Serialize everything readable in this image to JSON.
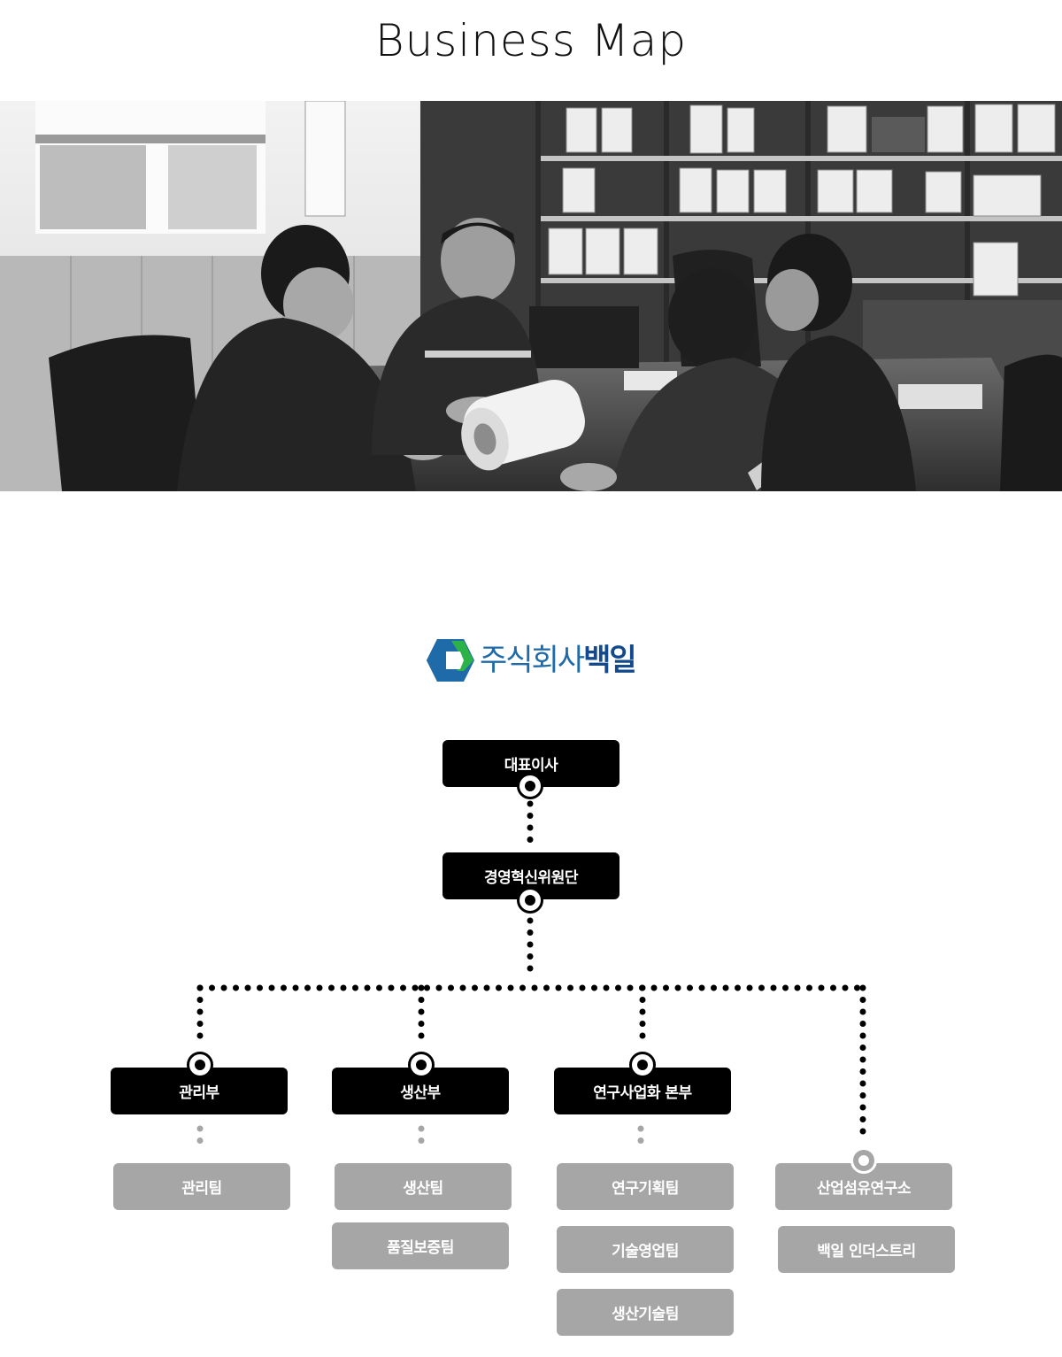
{
  "page": {
    "title": "Business Map"
  },
  "logo": {
    "name_part1": "주식회사",
    "name_part2": "백일"
  },
  "org": {
    "ceo": "대표이사",
    "committee": "경영혁신위원단",
    "departments": [
      {
        "name": "관리부",
        "teams": [
          "관리팀"
        ]
      },
      {
        "name": "생산부",
        "teams": [
          "생산팀",
          "품질보증팀"
        ]
      },
      {
        "name": "연구사업화 본부",
        "teams": [
          "연구기획팀",
          "기술영업팀",
          "생산기술팀"
        ]
      }
    ],
    "institute": {
      "name": "산업섬유연구소",
      "sub": "백일 인더스트리"
    }
  },
  "colors": {
    "dark_node": "#000000",
    "grey_node": "#a6a6a6",
    "logo_blue": "#1f6aa8",
    "logo_green": "#2bb34a"
  }
}
